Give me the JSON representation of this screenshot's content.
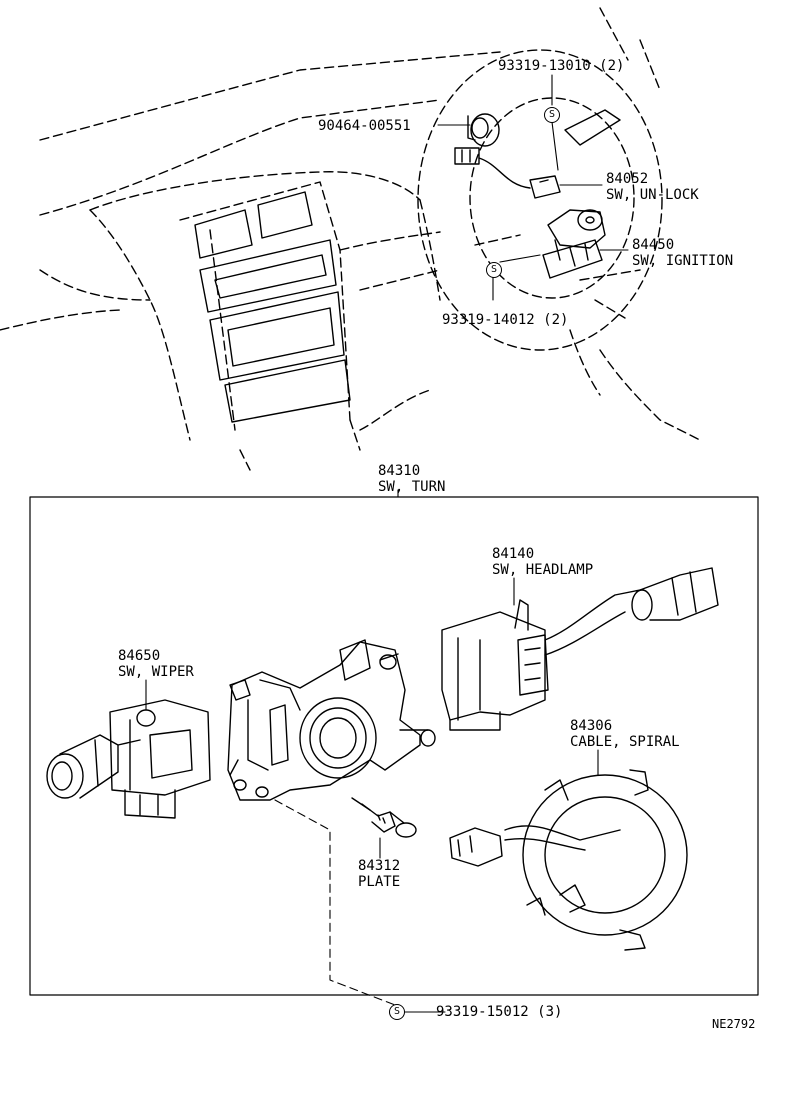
{
  "diagram": {
    "drawing_code": "NE2792",
    "symbol_letter": "S",
    "parts": [
      {
        "id": "p-93319-13010",
        "number": "93319-13010 (2)"
      },
      {
        "id": "p-90464-00551",
        "number": "90464-00551"
      },
      {
        "id": "p-84052",
        "number": "84052",
        "name": "SW, UN-LOCK"
      },
      {
        "id": "p-84450",
        "number": "84450",
        "name": "SW, IGNITION"
      },
      {
        "id": "p-93319-14012",
        "number": "93319-14012 (2)"
      },
      {
        "id": "p-84310",
        "number": "84310",
        "name": "SW, TURN"
      },
      {
        "id": "p-84140",
        "number": "84140",
        "name": "SW, HEADLAMP"
      },
      {
        "id": "p-84650",
        "number": "84650",
        "name": "SW, WIPER"
      },
      {
        "id": "p-84306",
        "number": "84306",
        "name": "CABLE, SPIRAL"
      },
      {
        "id": "p-84312",
        "number": "84312",
        "name": "PLATE"
      },
      {
        "id": "p-93319-15012",
        "number": "93319-15012 (3)"
      }
    ]
  }
}
